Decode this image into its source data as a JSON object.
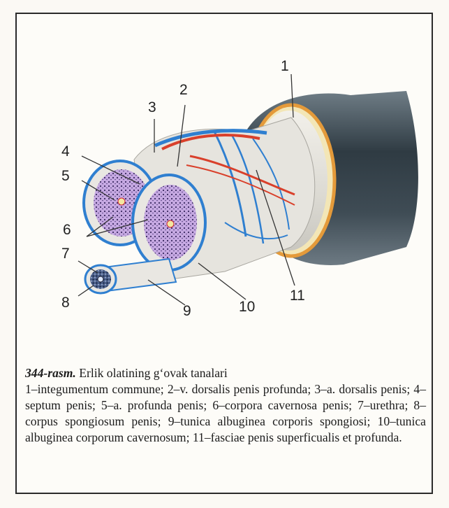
{
  "figure": {
    "labels": [
      "1",
      "2",
      "3",
      "4",
      "5",
      "6",
      "7",
      "8",
      "9",
      "10",
      "11"
    ]
  },
  "caption": {
    "number": "344-rasm.",
    "title": "Erlik olatining g‘ovak tanalari",
    "legend": "1–integumentum commune; 2–v. dorsalis penis profunda; 3–a. dorsalis penis; 4–septum penis; 5–a. profunda penis; 6–corpora cavernosa penis; 7–urethra; 8–corpus spongiosum penis; 9–tunica albuginea corporis spongiosi; 10–tunica albuginea corporum cavernosum; 11–fasciae penis superficualis et profunda."
  },
  "colors": {
    "skin": "#3d4a52",
    "vein": "#2f7fd0",
    "artery": "#d9402b",
    "cavernous": "#b99ad8",
    "fascia": "#e9e7e2"
  }
}
